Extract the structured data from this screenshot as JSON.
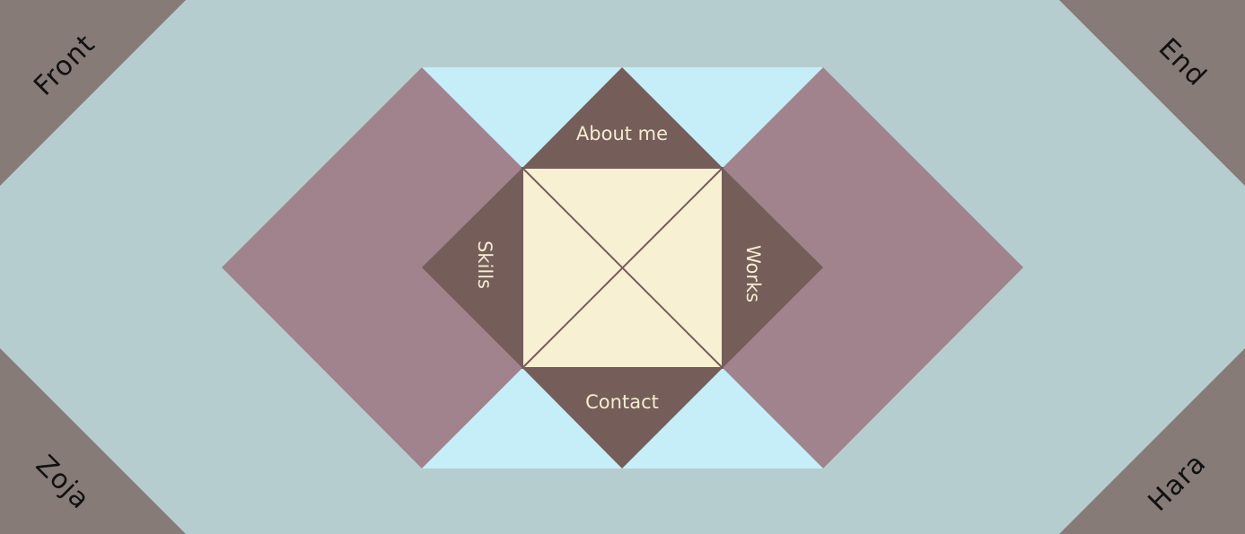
{
  "corners": {
    "top_left": "Front",
    "top_right": "End",
    "bottom_left": "Zoja",
    "bottom_right": "Hara"
  },
  "nav": {
    "top": "About me",
    "left": "Skills",
    "right": "Works",
    "bottom": "Contact"
  },
  "colors": {
    "background": "#b6cdcf",
    "corner_triangle": "#877b78",
    "side_diamond": "#a0838d",
    "light_blue": "#c6eef9",
    "flap": "#755d59",
    "center_square": "#f8f0d3",
    "label_light": "#f5ecd2",
    "label_dark": "#111111"
  }
}
